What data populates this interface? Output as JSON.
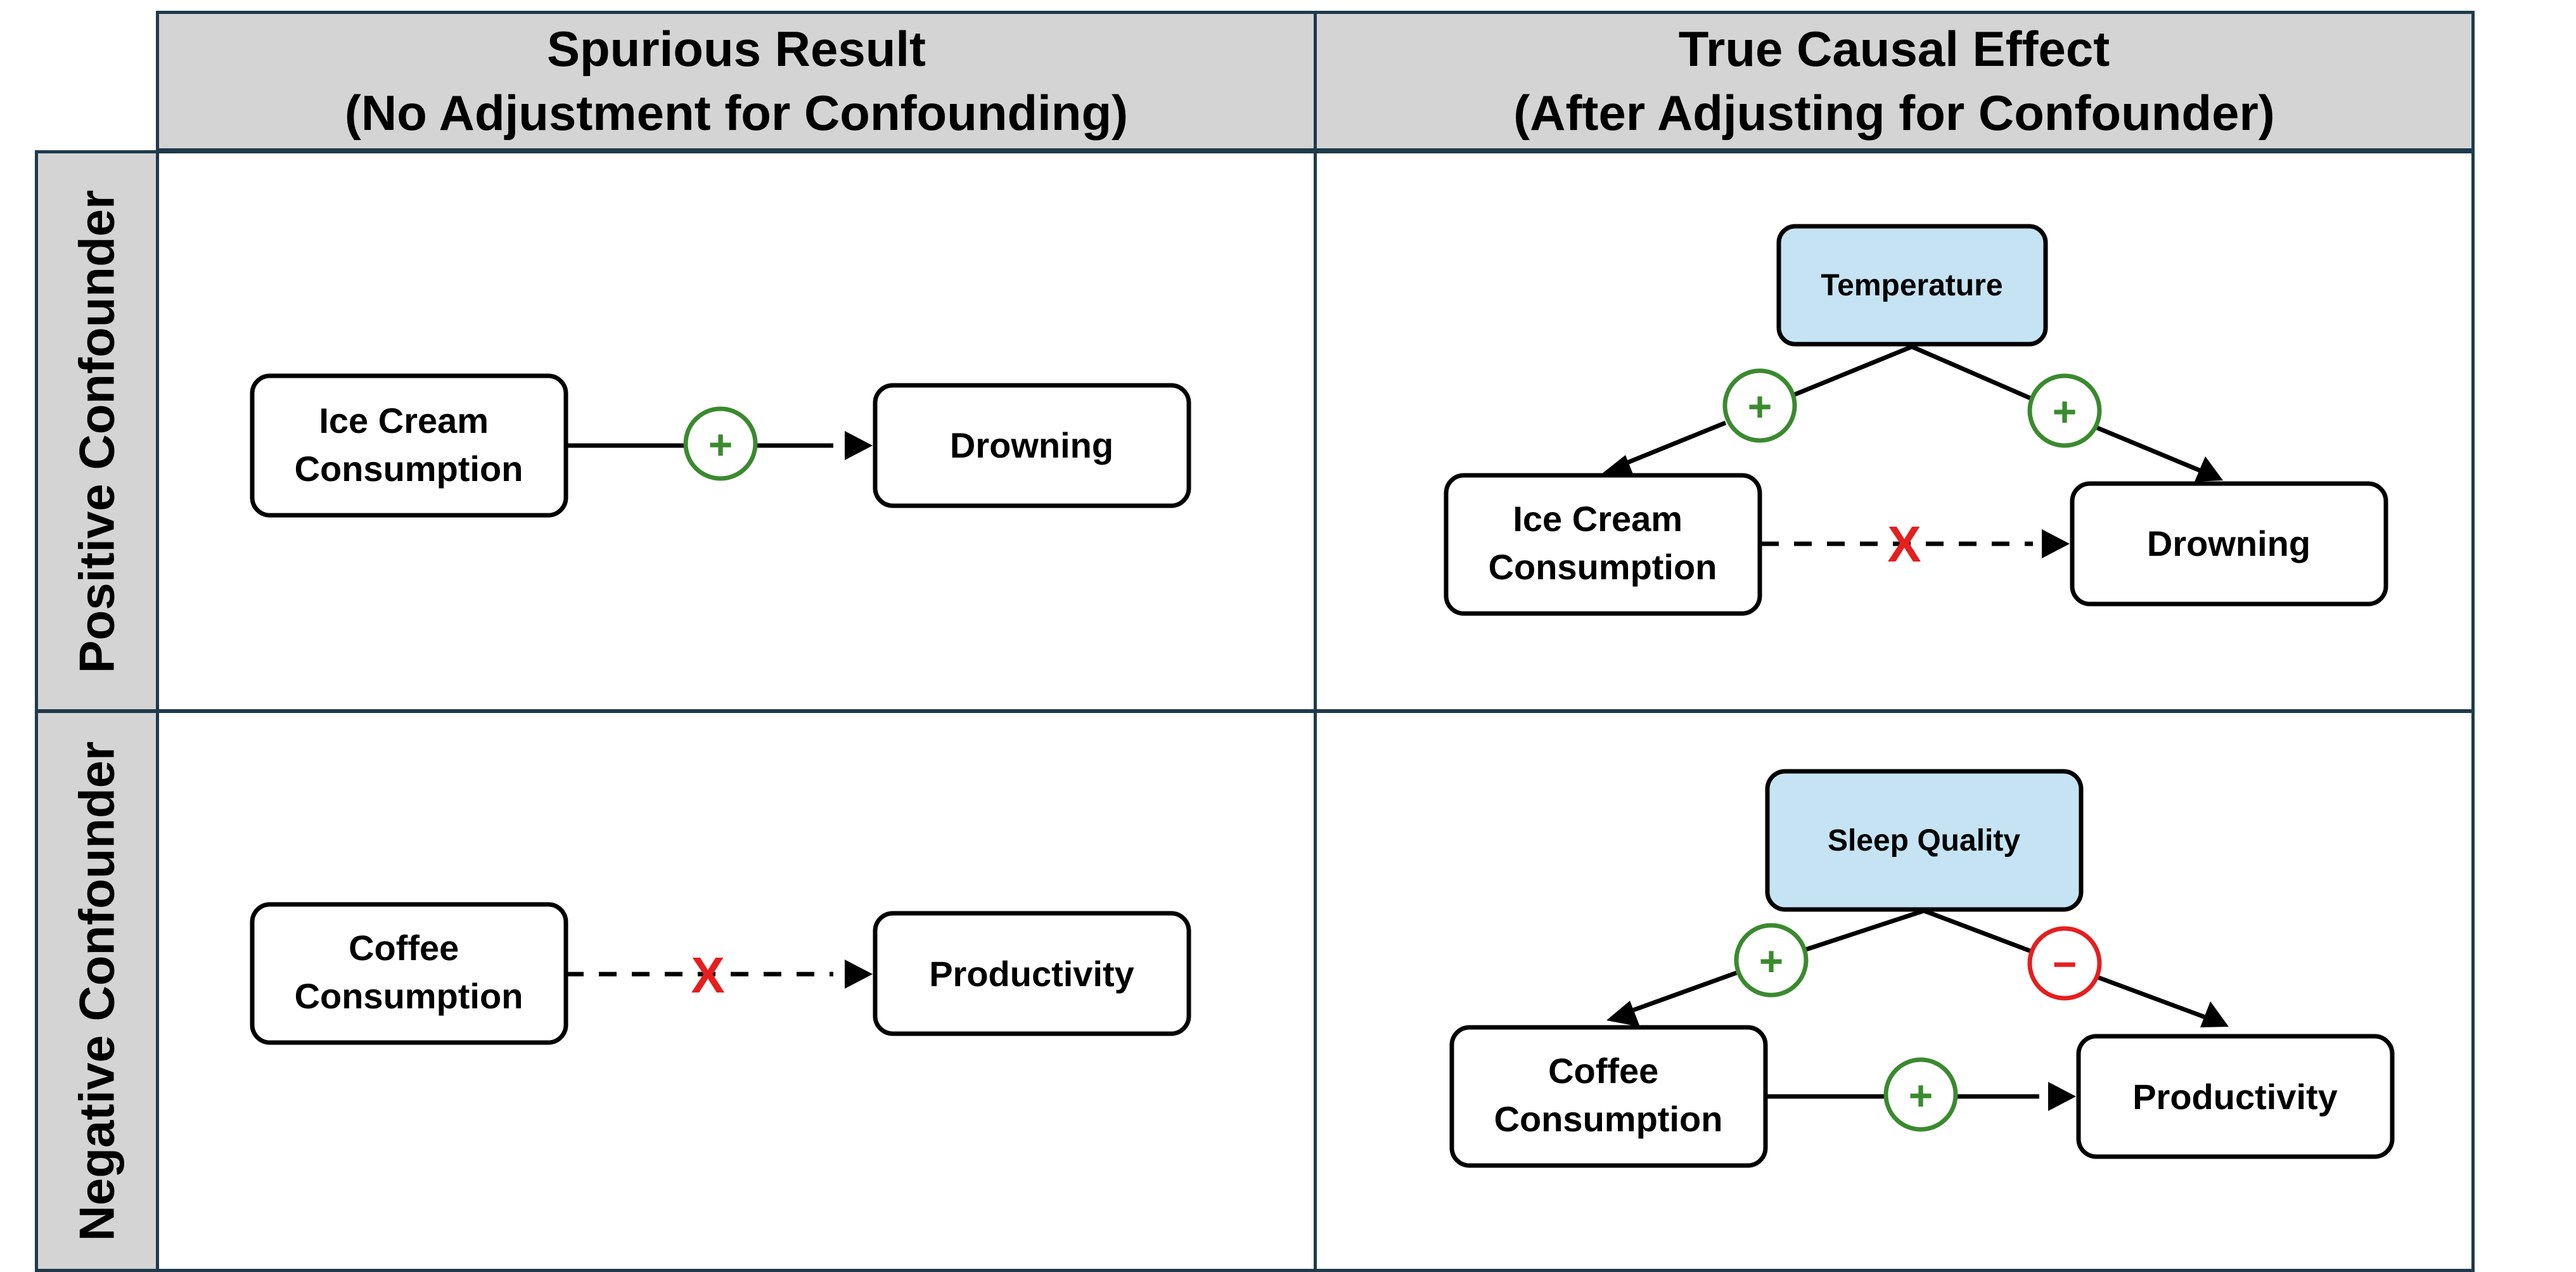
{
  "columns": [
    {
      "title": "Spurious Result\n(No Adjustment for Confounding)"
    },
    {
      "title": "True Causal Effect\n(After Adjusting for Confounder)"
    }
  ],
  "rows": [
    {
      "title": "Positive Confounder"
    },
    {
      "title": "Negative Confounder"
    }
  ],
  "panels": {
    "positive_spurious": {
      "exposure": "Ice Cream\nConsumption",
      "outcome": "Drowning",
      "link_sign": "+"
    },
    "positive_true": {
      "confounder": "Temperature",
      "exposure": "Ice Cream\nConsumption",
      "outcome": "Drowning",
      "left_sign": "+",
      "right_sign": "+",
      "link_mark": "X"
    },
    "negative_spurious": {
      "exposure": "Coffee\nConsumption",
      "outcome": "Productivity",
      "link_mark": "X"
    },
    "negative_true": {
      "confounder": "Sleep Quality",
      "exposure": "Coffee\nConsumption",
      "outcome": "Productivity",
      "left_sign": "+",
      "right_sign": "−",
      "link_sign": "+"
    }
  },
  "colors": {
    "positive": "#3a8a2e",
    "negative": "#e61e1e",
    "confounder_fill": "#c5e3f3",
    "header_fill": "#d4d4d4",
    "border": "#1e3a4c"
  }
}
